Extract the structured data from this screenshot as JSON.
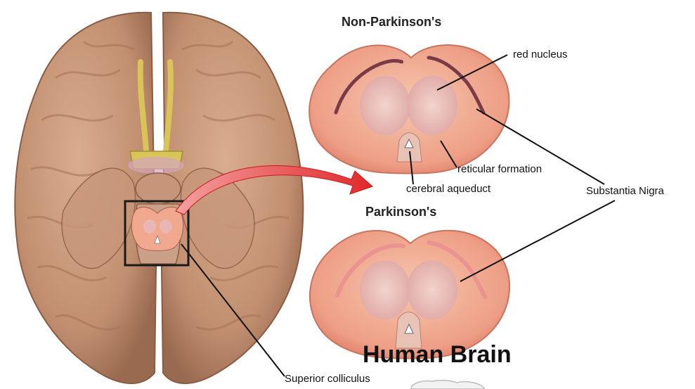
{
  "titles": {
    "non_parkinsons": "Non-Parkinson's",
    "parkinsons": "Parkinson's",
    "main": "Human Brain"
  },
  "labels": {
    "red_nucleus": "red nucleus",
    "reticular_formation": "reticular formation",
    "cerebral_aqueduct": "cerebral aqueduct",
    "substantia_nigra": "Substantia Nigra",
    "superior_colliculus": "Superior colliculus"
  },
  "colors": {
    "brain": "#c99a7c",
    "midbrain_fill": "#f2b49a",
    "substantia_nigra_dark": "#7a3a48",
    "substantia_nigra_faded": "#e88d90",
    "arrow": "#e0282a",
    "olfactory": "#d9c45a"
  }
}
